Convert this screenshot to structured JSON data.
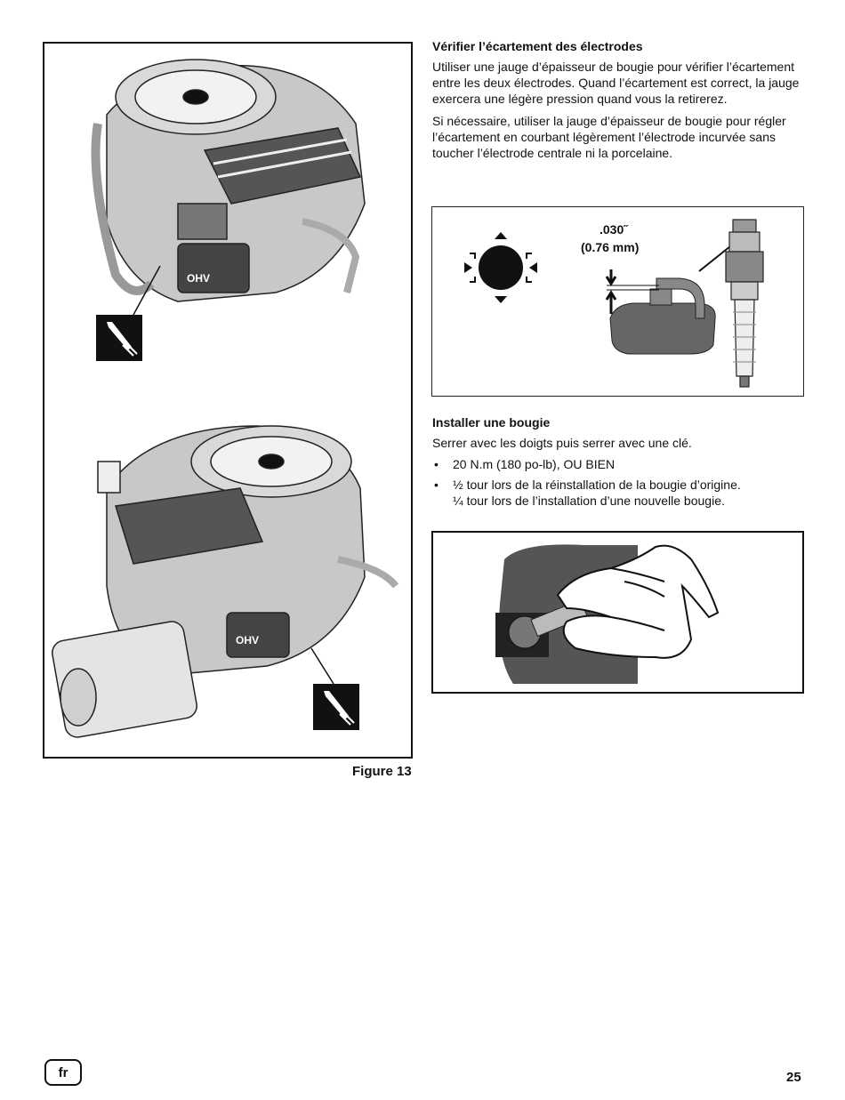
{
  "figure": {
    "caption": "Figure 13",
    "engine_top_icon": "spark-plug-icon",
    "engine_bottom_icon": "spark-plug-icon"
  },
  "gap_section": {
    "heading": "Vérifier l’écartement des électrodes",
    "paragraph1": "Utiliser une jauge d’épaisseur de bougie pour vérifier l’écartement entre les deux électrodes. Quand l’écartement est correct, la jauge exercera une légère pression quand vous la retirerez.",
    "paragraph2": "Si nécessaire, utiliser la jauge d’épaisseur de bougie pour régler l’écartement en courbant légèrement l’électrode incurvée sans toucher l’électrode centrale ni la porcelaine."
  },
  "gap_diagram": {
    "gap_inch": ".030˝",
    "gap_mm": "(0.76 mm)"
  },
  "install_section": {
    "heading": "Installer une bougie",
    "intro": "Serrer avec les doigts puis serrer avec une clé.",
    "bullets": [
      "20 N.m (180 po-lb), OU BIEN",
      "½ tour lors de la réinstallation de la bougie d’origine. ¼ tour lors de l’installation d’une nouvelle bougie."
    ]
  },
  "footer": {
    "language": "fr",
    "page_number": "25"
  }
}
